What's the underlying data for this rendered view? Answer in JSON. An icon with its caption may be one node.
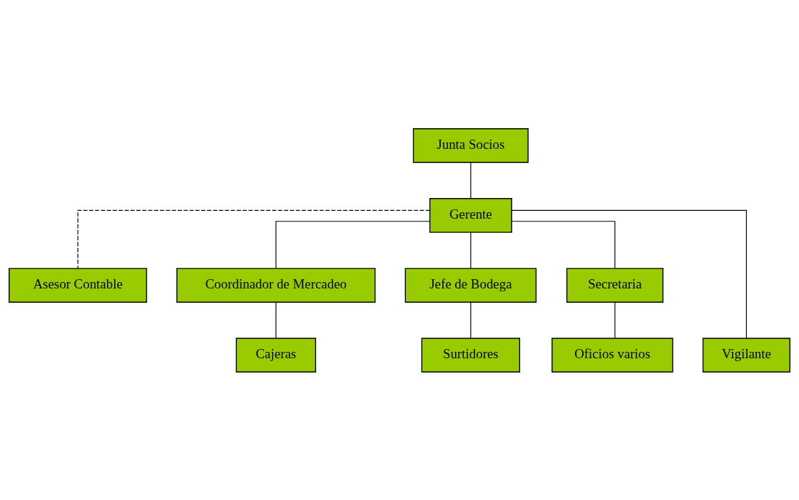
{
  "diagram": {
    "nodes": [
      {
        "text": [
          "Junta Socios"
        ]
      },
      {
        "text": [
          "Gerente"
        ]
      },
      {
        "text": [
          "Asesor Contable"
        ]
      },
      {
        "text": [
          "Coordinador de Mercadeo"
        ]
      },
      {
        "text": [
          "Jefe de Bodega"
        ]
      },
      {
        "text": [
          "Secretaria"
        ]
      },
      {
        "text": [
          "Cajeras"
        ]
      },
      {
        "text": [
          "Surtidores"
        ]
      },
      {
        "text": [
          "Vigilante"
        ]
      },
      {
        "text": [
          "Oficios varios"
        ]
      }
    ],
    "edges": [
      {
        "from": 0,
        "to": 1,
        "arrow": "none"
      },
      {
        "from": 1,
        "to": 2,
        "arrow": "none",
        "style": "dashed"
      },
      {
        "from": 1,
        "to": 3,
        "arrow": "none"
      },
      {
        "from": 1,
        "to": 4,
        "arrow": "none"
      },
      {
        "from": 1,
        "to": 8,
        "arrow": "none"
      },
      {
        "from": 1,
        "to": 5,
        "arrow": "none"
      },
      {
        "from": 3,
        "to": 6,
        "arrow": "none"
      },
      {
        "from": 4,
        "to": 7,
        "arrow": "none"
      },
      {
        "from": 5,
        "to": 9,
        "arrow": "none"
      }
    ]
  }
}
